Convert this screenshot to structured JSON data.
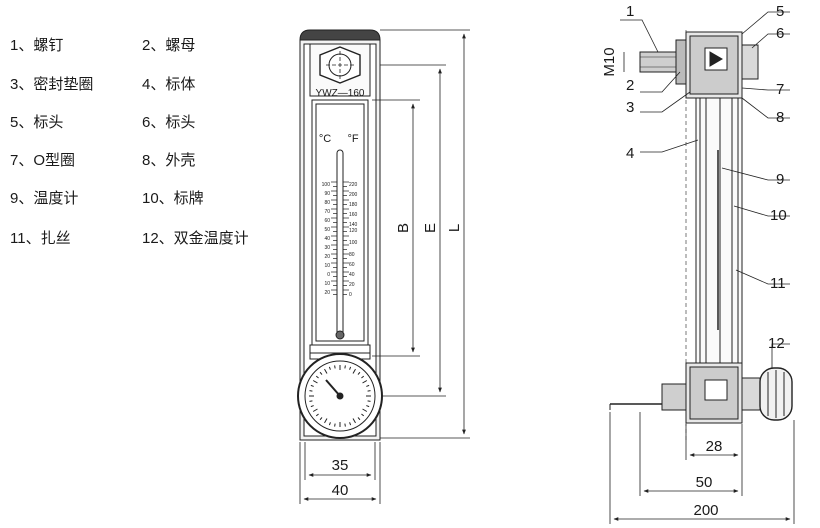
{
  "legend": [
    "1、螺钉",
    "2、螺母",
    "3、密封垫圈",
    "4、标体",
    "5、标头",
    "6、标头",
    "7、O型圈",
    "8、外壳",
    "9、温度计",
    "10、标牌",
    "11、扎丝",
    "12、双金温度计"
  ],
  "front_view": {
    "model_label": "YWZ—160",
    "unit_c": "°C",
    "unit_f": "°F",
    "scale_c": [
      "100",
      "90",
      "80",
      "70",
      "60",
      "50",
      "40",
      "30",
      "20",
      "10",
      "0",
      "10",
      "20"
    ],
    "scale_f": [
      "220",
      "200",
      "180",
      "160",
      "140",
      "120",
      "100",
      "80",
      "60",
      "40",
      "20",
      "0"
    ],
    "dim_b": "B",
    "dim_e": "E",
    "dim_l": "L",
    "dim_35": "35",
    "dim_40": "40"
  },
  "side_view": {
    "callouts": [
      "1",
      "2",
      "3",
      "4",
      "5",
      "6",
      "7",
      "8",
      "9",
      "10",
      "11",
      "12"
    ],
    "thread_label": "M10",
    "dim_28": "28",
    "dim_50": "50",
    "dim_200": "200"
  }
}
